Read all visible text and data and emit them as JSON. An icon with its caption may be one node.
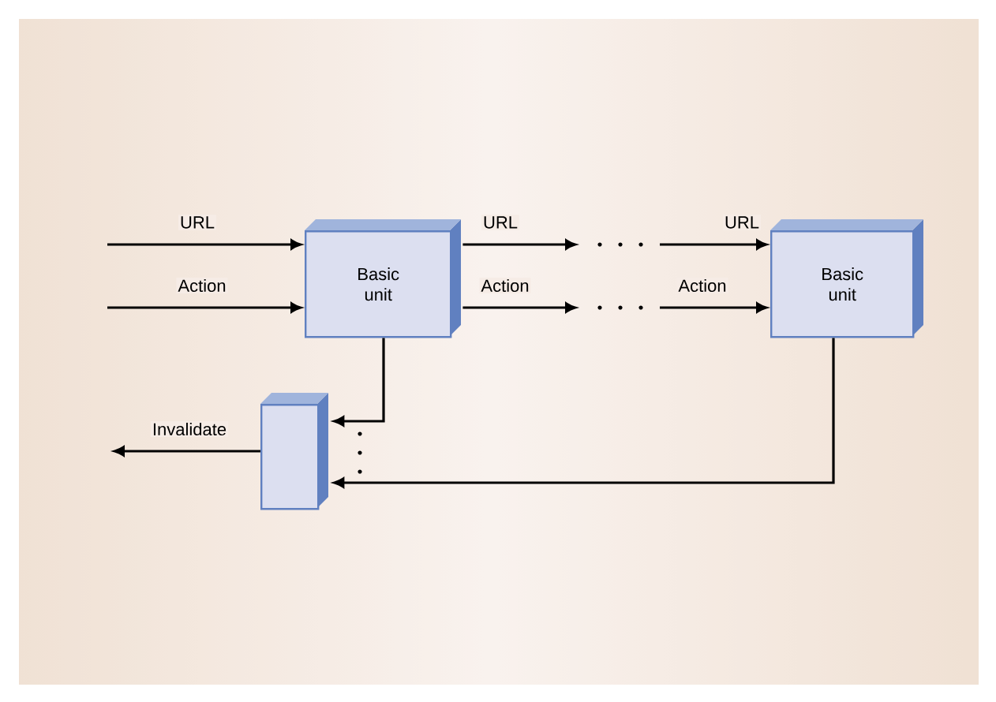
{
  "diagram": {
    "nodes": [
      {
        "text": [
          "Basic unit"
        ]
      },
      {
        "text": [
          "Basic unit"
        ]
      },
      {
        "text": [],
        "shape": "box"
      }
    ],
    "edges": [
      {
        "from": null,
        "to": 0,
        "arrow": "to",
        "label": "URL"
      },
      {
        "from": null,
        "to": 0,
        "arrow": "to",
        "label": "Action"
      },
      {
        "from": 0,
        "to": null,
        "arrow": "to",
        "label": "URL"
      },
      {
        "from": 0,
        "to": null,
        "arrow": "to",
        "label": "Action"
      },
      {
        "from": null,
        "to": 1,
        "arrow": "to",
        "label": "URL"
      },
      {
        "from": null,
        "to": 1,
        "arrow": "to",
        "label": "Action"
      },
      {
        "from": 0,
        "to": 2,
        "arrow": "to"
      },
      {
        "from": 1,
        "to": 2,
        "arrow": "to"
      },
      {
        "from": 2,
        "to": null,
        "arrow": "to",
        "label": "Invalidate"
      }
    ]
  }
}
